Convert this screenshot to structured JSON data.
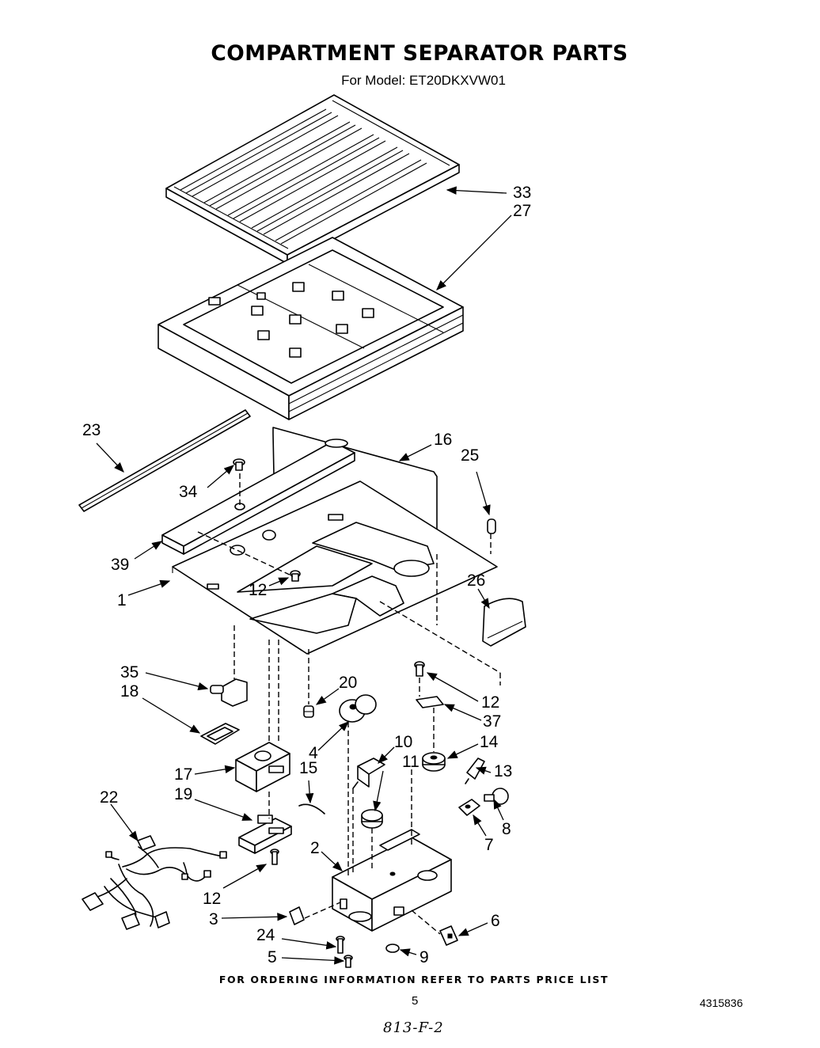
{
  "header": {
    "title": "COMPARTMENT SEPARATOR PARTS",
    "subtitle": "For Model: ET20DKXVW01"
  },
  "callouts": {
    "c33": "33",
    "c27": "27",
    "c23": "23",
    "c16": "16",
    "c25": "25",
    "c34": "34",
    "c39": "39",
    "c12a": "12",
    "c1": "1",
    "c26": "26",
    "c35": "35",
    "c20": "20",
    "c12b": "12",
    "c18": "18",
    "c37": "37",
    "c4": "4",
    "c10": "10",
    "c14": "14",
    "c17": "17",
    "c15": "15",
    "c11": "11",
    "c13": "13",
    "c22": "22",
    "c19": "19",
    "c8": "8",
    "c7": "7",
    "c2": "2",
    "c12c": "12",
    "c3": "3",
    "c6": "6",
    "c24": "24",
    "c9": "9",
    "c5": "5"
  },
  "footer": {
    "ordering_note": "FOR ORDERING INFORMATION REFER TO PARTS PRICE LIST",
    "page_number": "5",
    "document_number": "4315836",
    "handwritten_code": "813-F-2"
  }
}
